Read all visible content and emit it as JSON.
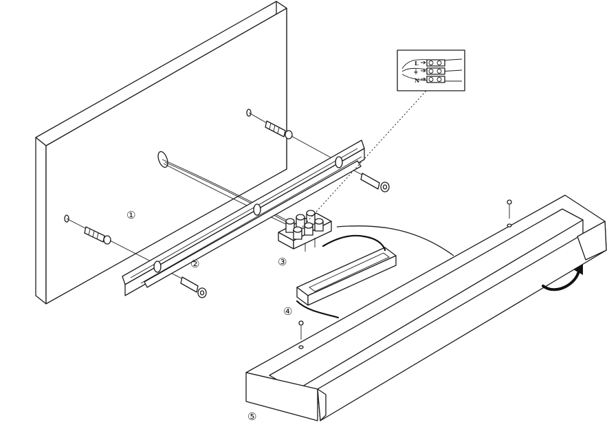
{
  "parts": [
    {
      "id": "wall",
      "label": "①"
    },
    {
      "id": "bracket",
      "label": "②"
    },
    {
      "id": "terminal-block",
      "label": "③"
    },
    {
      "id": "driver",
      "label": "④"
    },
    {
      "id": "lamp-body",
      "label": "⑤"
    }
  ],
  "wiring_inset": {
    "terminals": [
      "L",
      "⏚",
      "N"
    ]
  },
  "colors": {
    "line": "#1a1a1a",
    "background": "#ffffff"
  }
}
